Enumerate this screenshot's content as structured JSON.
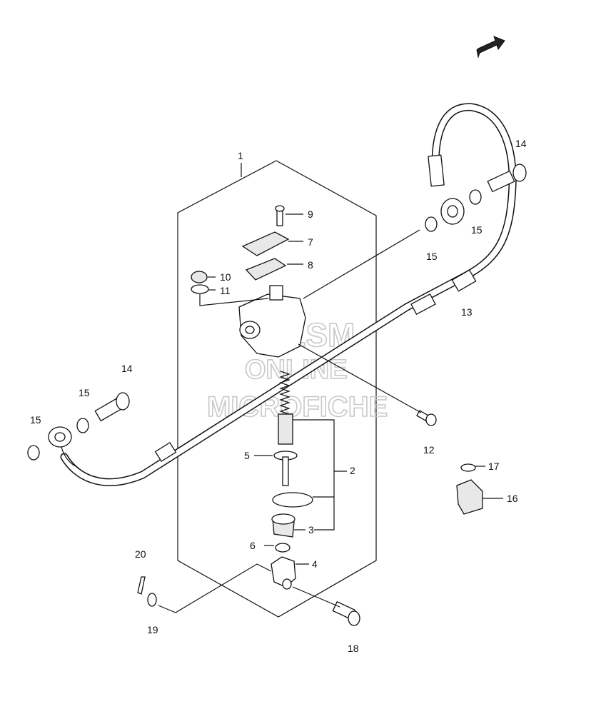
{
  "fwd_label": "FWD",
  "watermark": {
    "line1": "HLSM",
    "line2": "ONLINE",
    "line3": "MICROFICHE"
  },
  "labels": [
    {
      "id": "1",
      "text": "1"
    },
    {
      "id": "2",
      "text": "2"
    },
    {
      "id": "3",
      "text": "3"
    },
    {
      "id": "4",
      "text": "4"
    },
    {
      "id": "5",
      "text": "5"
    },
    {
      "id": "6",
      "text": "6"
    },
    {
      "id": "7",
      "text": "7"
    },
    {
      "id": "8",
      "text": "8"
    },
    {
      "id": "9",
      "text": "9"
    },
    {
      "id": "10",
      "text": "10"
    },
    {
      "id": "11",
      "text": "11"
    },
    {
      "id": "12",
      "text": "12"
    },
    {
      "id": "13",
      "text": "13"
    },
    {
      "id": "14a",
      "text": "14"
    },
    {
      "id": "14b",
      "text": "14"
    },
    {
      "id": "15a",
      "text": "15"
    },
    {
      "id": "15b",
      "text": "15"
    },
    {
      "id": "15c",
      "text": "15"
    },
    {
      "id": "15d",
      "text": "15"
    },
    {
      "id": "16",
      "text": "16"
    },
    {
      "id": "17",
      "text": "17"
    },
    {
      "id": "18",
      "text": "18"
    },
    {
      "id": "19",
      "text": "19"
    },
    {
      "id": "20",
      "text": "20"
    }
  ]
}
